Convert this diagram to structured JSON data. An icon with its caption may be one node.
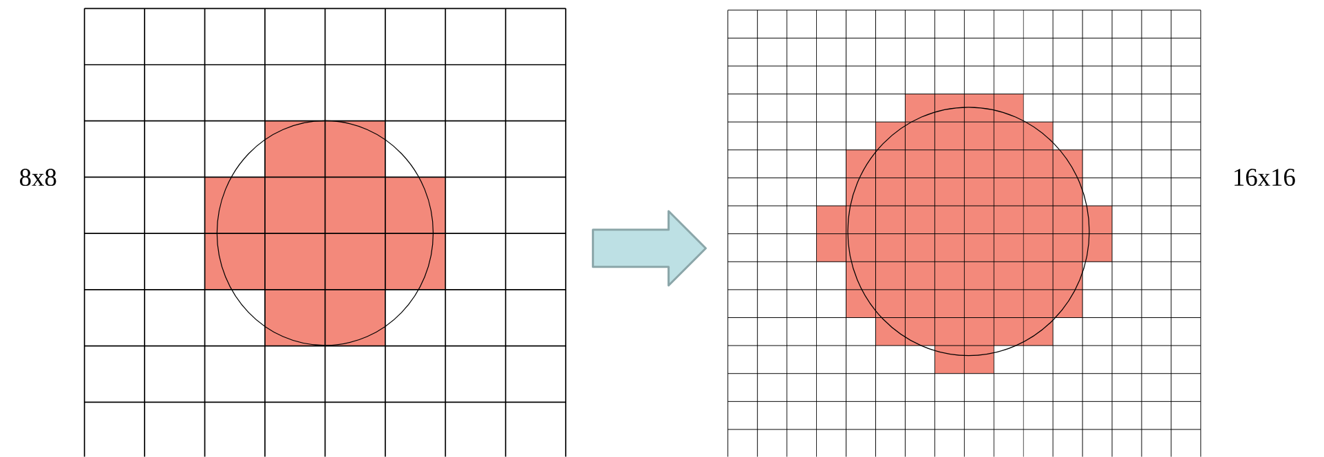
{
  "diagram": {
    "nodes": [
      {
        "text": [],
        "shape": "picture",
        "beside": [
          "8x8"
        ]
      },
      {
        "text": [],
        "shape": "picture",
        "beside": [
          "16x16"
        ]
      }
    ],
    "edges": [
      {
        "from": 0,
        "to": 1,
        "arrow": "to"
      }
    ]
  }
}
